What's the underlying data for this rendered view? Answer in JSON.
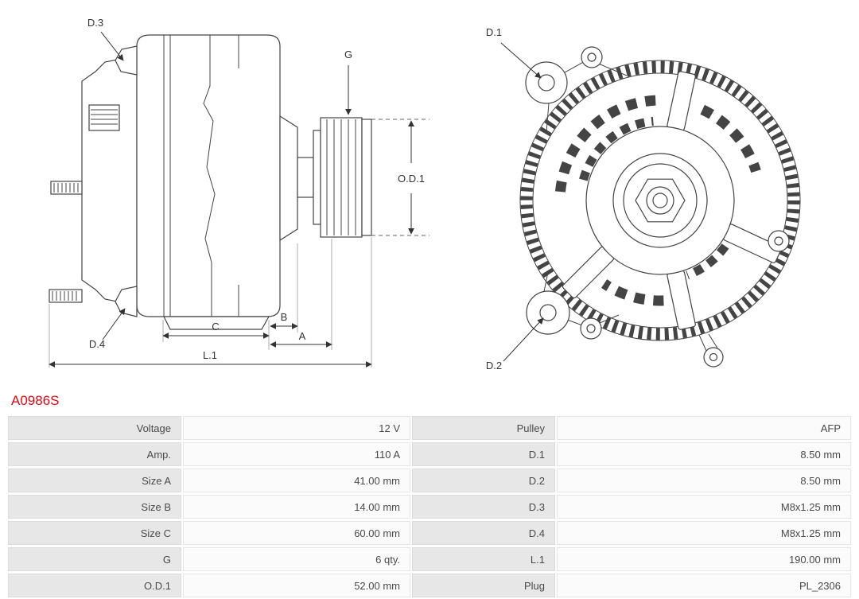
{
  "part_number": "A0986S",
  "diagram": {
    "labels": {
      "d1": "D.1",
      "d2": "D.2",
      "d3": "D.3",
      "d4": "D.4",
      "g": "G",
      "od1": "O.D.1",
      "a": "A",
      "b": "B",
      "c": "C",
      "l1": "L.1"
    }
  },
  "colors": {
    "part_number": "#e30613",
    "line": "#444444",
    "table_label_bg": "#e7e7e7",
    "table_value_bg": "#fbfbfb"
  },
  "table": {
    "rows": [
      {
        "l1": "Voltage",
        "v1": "12 V",
        "l2": "Pulley",
        "v2": "AFP"
      },
      {
        "l1": "Amp.",
        "v1": "110 A",
        "l2": "D.1",
        "v2": "8.50 mm"
      },
      {
        "l1": "Size A",
        "v1": "41.00 mm",
        "l2": "D.2",
        "v2": "8.50 mm"
      },
      {
        "l1": "Size B",
        "v1": "14.00 mm",
        "l2": "D.3",
        "v2": "M8x1.25 mm"
      },
      {
        "l1": "Size C",
        "v1": "60.00 mm",
        "l2": "D.4",
        "v2": "M8x1.25 mm"
      },
      {
        "l1": "G",
        "v1": "6 qty.",
        "l2": "L.1",
        "v2": "190.00 mm"
      },
      {
        "l1": "O.D.1",
        "v1": "52.00 mm",
        "l2": "Plug",
        "v2": "PL_2306"
      }
    ]
  }
}
